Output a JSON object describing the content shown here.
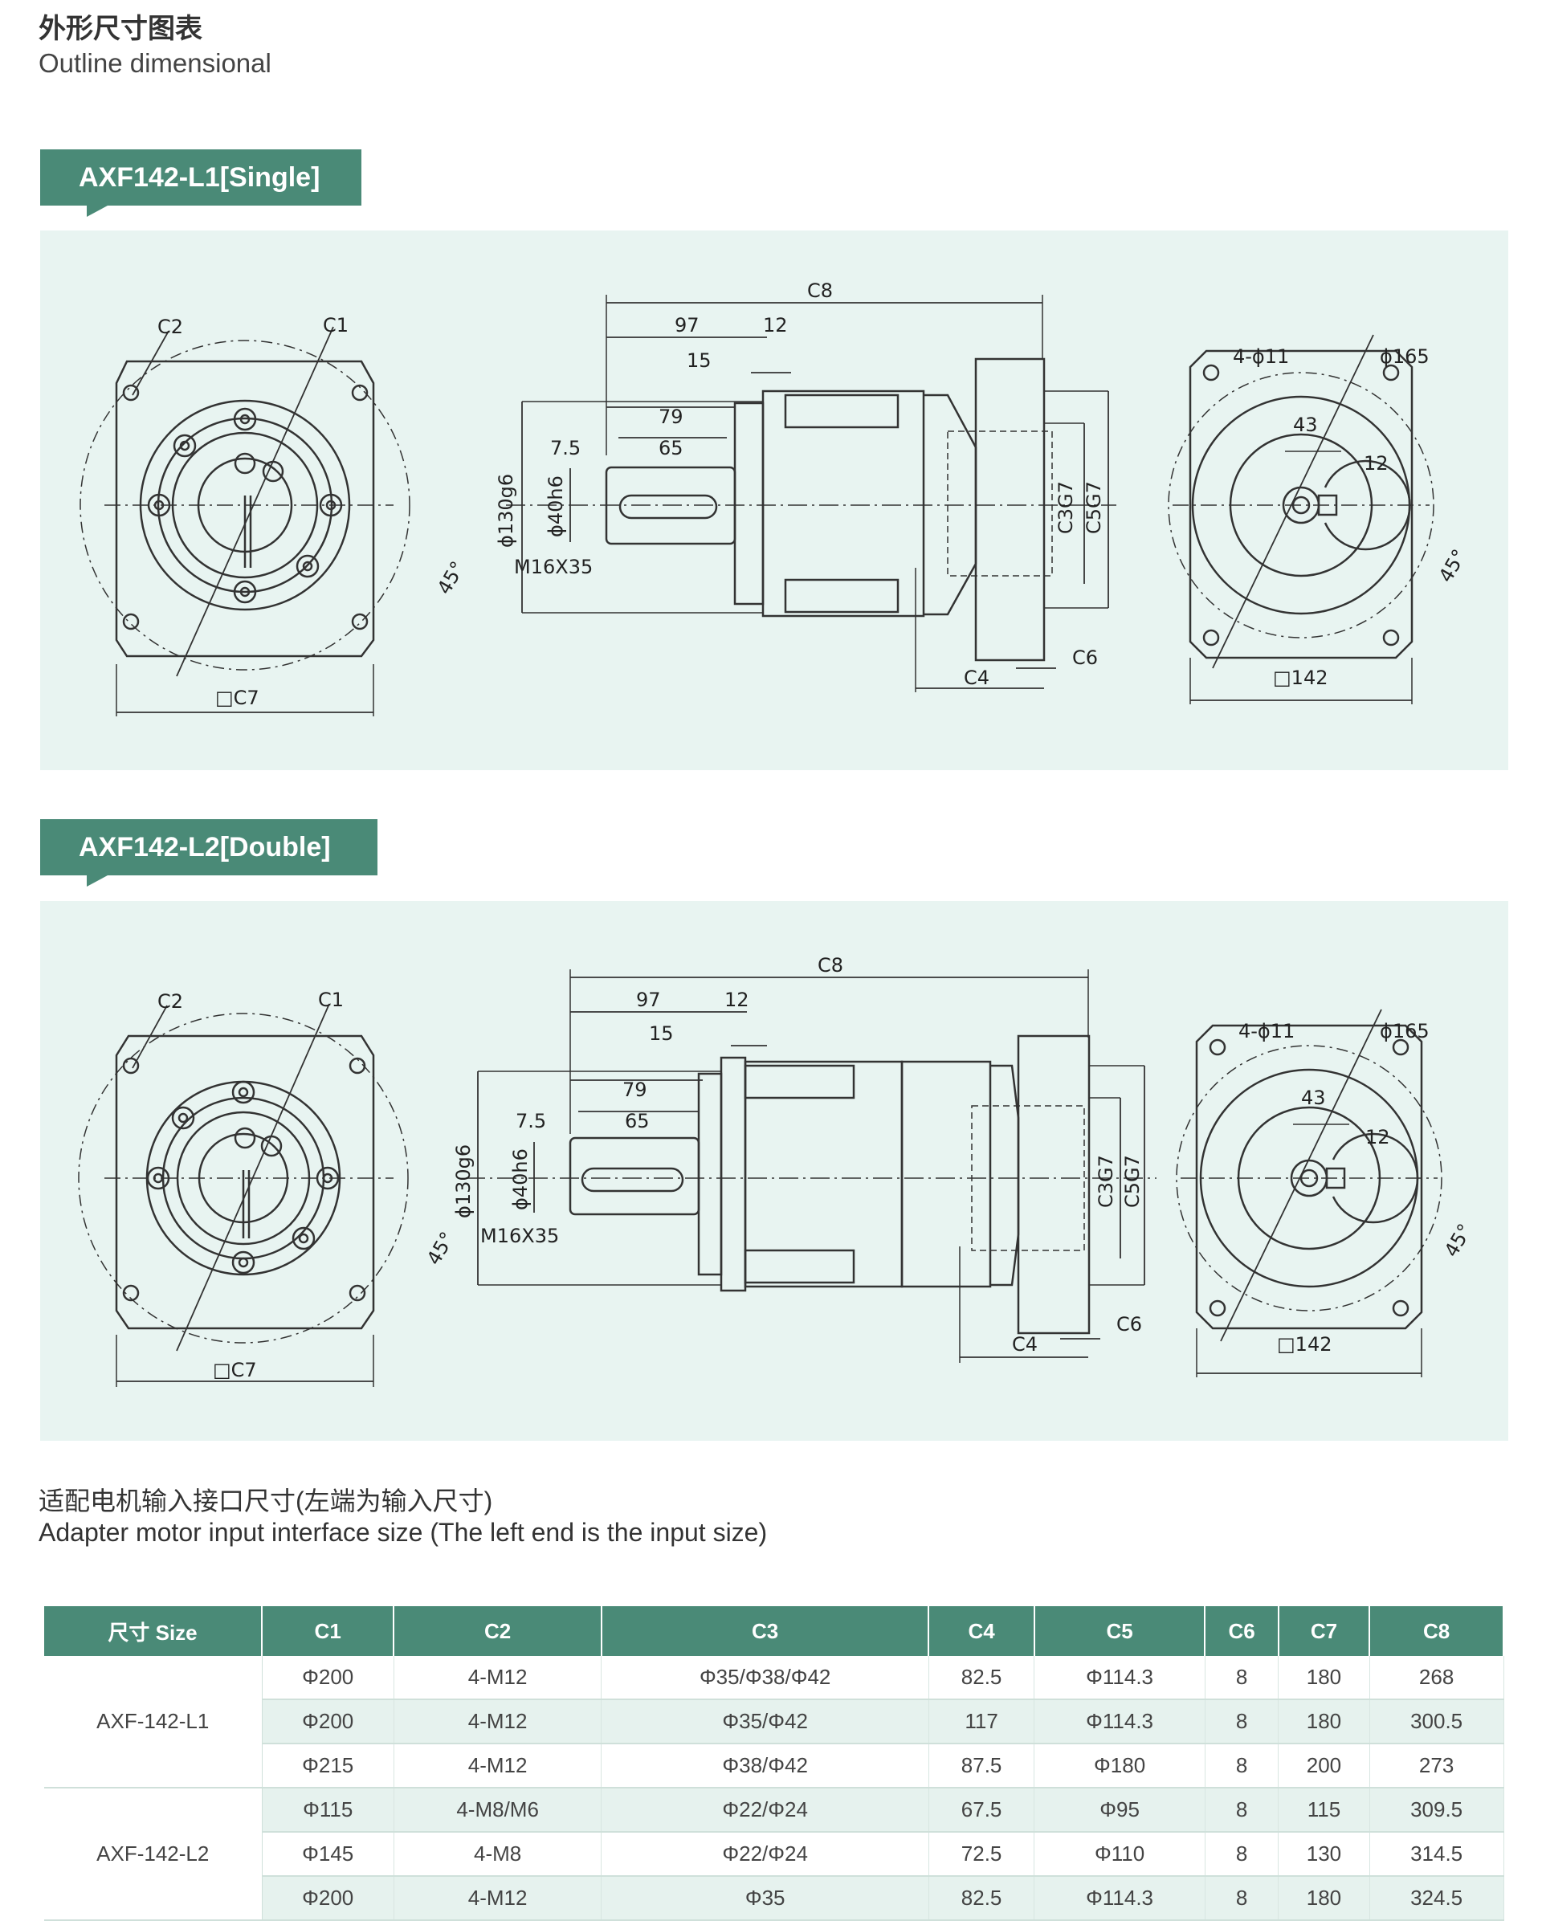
{
  "header": {
    "title_cn": "外形尺寸图表",
    "title_en": "Outline dimensional"
  },
  "section1": {
    "tag": "AXF142-L1[Single]",
    "labels": {
      "c1": "C1",
      "c2": "C2",
      "c7": "□C7",
      "c8": "C8",
      "d97": "97",
      "d12": "12",
      "d15": "15",
      "d79": "79",
      "d65": "65",
      "d75": "7.5",
      "phi130": "ϕ130g6",
      "phi40": "ϕ40h6",
      "m16": "M16X35",
      "c3": "C3G7",
      "c5": "C5G7",
      "c4": "C4",
      "c6": "C6",
      "holes": "4-ϕ11",
      "phi165": "ϕ165",
      "d43": "43",
      "r12": "12",
      "sq142": "□142",
      "angle": "45°"
    }
  },
  "section2": {
    "tag": "AXF142-L2[Double]",
    "labels": {
      "c1": "C1",
      "c2": "C2",
      "c7": "□C7",
      "c8": "C8",
      "d97": "97",
      "d12": "12",
      "d15": "15",
      "d79": "79",
      "d65": "65",
      "d75": "7.5",
      "phi130": "ϕ130g6",
      "phi40": "ϕ40h6",
      "m16": "M16X35",
      "c3": "C3G7",
      "c5": "C5G7",
      "c4": "C4",
      "c6": "C6",
      "holes": "4-ϕ11",
      "phi165": "ϕ165",
      "d43": "43",
      "r12": "12",
      "sq142": "□142",
      "angle": "45°"
    }
  },
  "note": {
    "cn": "适配电机输入接口尺寸(左端为输入尺寸)",
    "en": "Adapter motor input interface size (The left end is the input size)"
  },
  "table": {
    "headers": [
      "尺寸 Size",
      "C1",
      "C2",
      "C3",
      "C4",
      "C5",
      "C6",
      "C7",
      "C8"
    ],
    "groups": [
      {
        "model": "AXF-142-L1",
        "rows": [
          [
            "Φ200",
            "4-M12",
            "Φ35/Φ38/Φ42",
            "82.5",
            "Φ114.3",
            "8",
            "180",
            "268"
          ],
          [
            "Φ200",
            "4-M12",
            "Φ35/Φ42",
            "117",
            "Φ114.3",
            "8",
            "180",
            "300.5"
          ],
          [
            "Φ215",
            "4-M12",
            "Φ38/Φ42",
            "87.5",
            "Φ180",
            "8",
            "200",
            "273"
          ]
        ]
      },
      {
        "model": "AXF-142-L2",
        "rows": [
          [
            "Φ115",
            "4-M8/M6",
            "Φ22/Φ24",
            "67.5",
            "Φ95",
            "8",
            "115",
            "309.5"
          ],
          [
            "Φ145",
            "4-M8",
            "Φ22/Φ24",
            "72.5",
            "Φ110",
            "8",
            "130",
            "314.5"
          ],
          [
            "Φ200",
            "4-M12",
            "Φ35",
            "82.5",
            "Φ114.3",
            "8",
            "180",
            "324.5"
          ]
        ]
      }
    ]
  }
}
